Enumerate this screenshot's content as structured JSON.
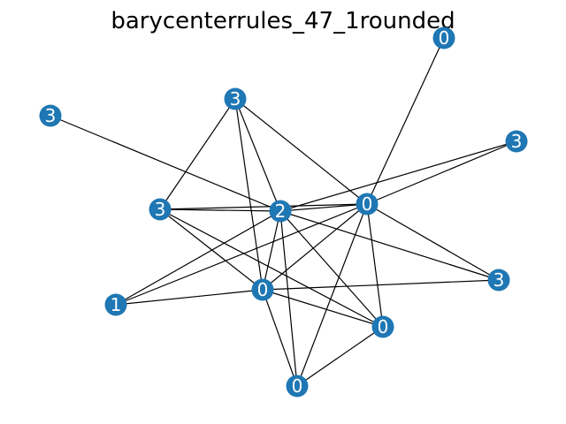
{
  "title": "barycenterrules_47_1rounded",
  "colors": {
    "node_fill": "#1f77b4",
    "edge": "#000000",
    "label": "#ffffff",
    "background": "#ffffff"
  },
  "nodes": [
    {
      "id": "n0",
      "label": "0"
    },
    {
      "id": "n1",
      "label": "3"
    },
    {
      "id": "n2",
      "label": "3"
    },
    {
      "id": "n3",
      "label": "3"
    },
    {
      "id": "n4",
      "label": "3"
    },
    {
      "id": "n5",
      "label": "2"
    },
    {
      "id": "n6",
      "label": "0"
    },
    {
      "id": "n7",
      "label": "3"
    },
    {
      "id": "n8",
      "label": "1"
    },
    {
      "id": "n9",
      "label": "0"
    },
    {
      "id": "n10",
      "label": "0"
    },
    {
      "id": "n11",
      "label": "0"
    }
  ],
  "edges": [
    [
      "n0",
      "n6"
    ],
    [
      "n2",
      "n5"
    ],
    [
      "n1",
      "n4"
    ],
    [
      "n1",
      "n5"
    ],
    [
      "n1",
      "n6"
    ],
    [
      "n1",
      "n9"
    ],
    [
      "n4",
      "n5"
    ],
    [
      "n4",
      "n6"
    ],
    [
      "n4",
      "n9"
    ],
    [
      "n4",
      "n10"
    ],
    [
      "n5",
      "n3"
    ],
    [
      "n5",
      "n6"
    ],
    [
      "n5",
      "n7"
    ],
    [
      "n5",
      "n8"
    ],
    [
      "n5",
      "n9"
    ],
    [
      "n5",
      "n10"
    ],
    [
      "n5",
      "n11"
    ],
    [
      "n6",
      "n3"
    ],
    [
      "n6",
      "n7"
    ],
    [
      "n6",
      "n8"
    ],
    [
      "n6",
      "n9"
    ],
    [
      "n6",
      "n10"
    ],
    [
      "n6",
      "n11"
    ],
    [
      "n9",
      "n7"
    ],
    [
      "n9",
      "n8"
    ],
    [
      "n9",
      "n10"
    ],
    [
      "n9",
      "n11"
    ],
    [
      "n10",
      "n11"
    ]
  ]
}
